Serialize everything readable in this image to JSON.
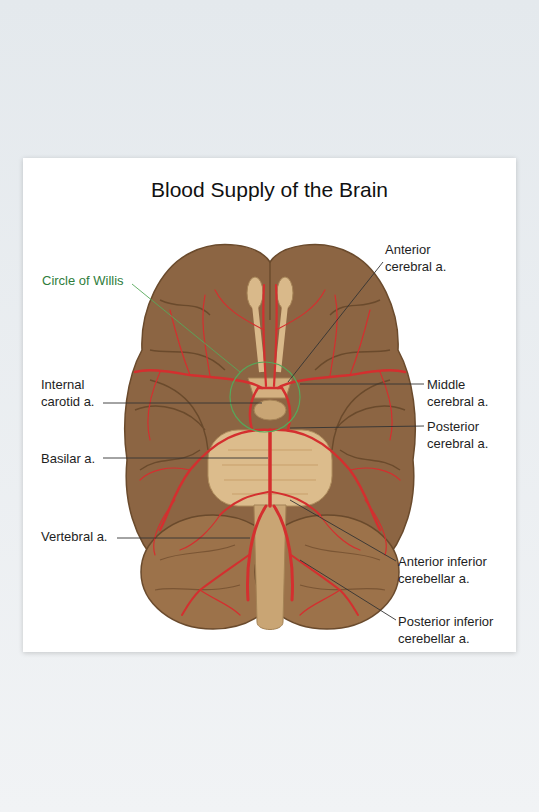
{
  "diagram": {
    "title": "Blood Supply of the Brain",
    "labels": [
      "Circle of Willis",
      "Anterior cerebral a.",
      "Internal carotid a.",
      "Middle cerebral a.",
      "Posterior cerebral a.",
      "Basilar a.",
      "Vertebral a.",
      "Anterior inferior cerebellar a.",
      "Posterior inferior cerebellar a."
    ]
  }
}
